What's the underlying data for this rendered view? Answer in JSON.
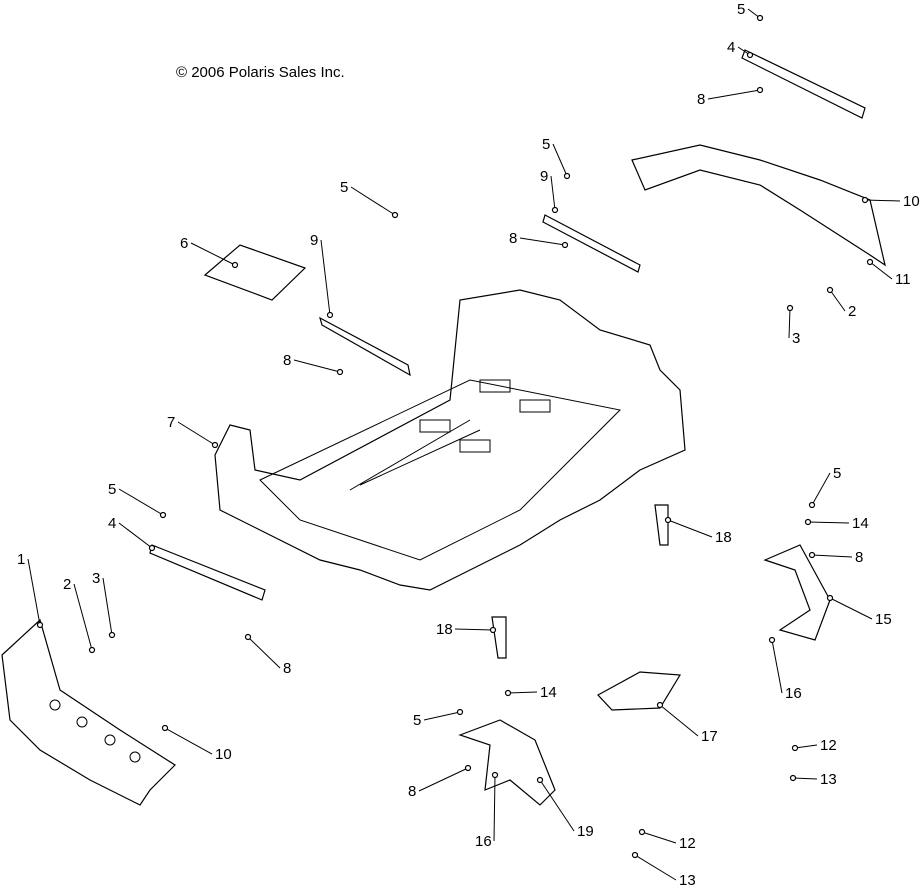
{
  "copyright": "© 2006 Polaris Sales Inc.",
  "callouts": [
    "5",
    "4",
    "8",
    "10",
    "11",
    "2",
    "3",
    "5",
    "9",
    "8",
    "5",
    "9",
    "6",
    "8",
    "7",
    "5",
    "4",
    "1",
    "2",
    "3",
    "8",
    "10",
    "5",
    "14",
    "8",
    "15",
    "16",
    "18",
    "18",
    "14",
    "5",
    "8",
    "16",
    "19",
    "17",
    "12",
    "13",
    "12",
    "13"
  ]
}
